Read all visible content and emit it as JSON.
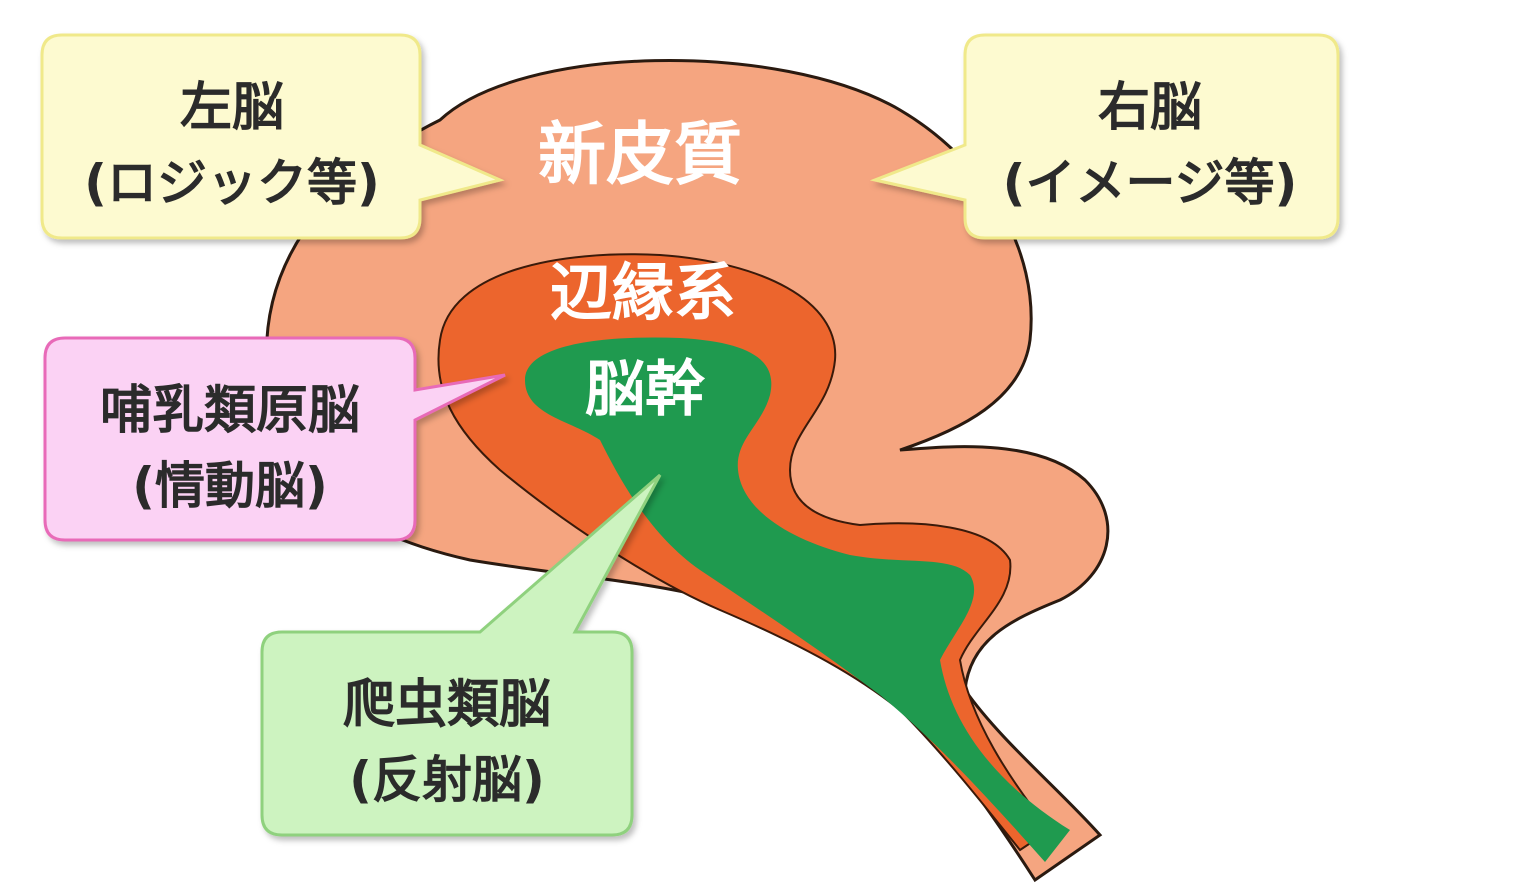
{
  "regions": {
    "neocortex": "新皮質",
    "limbic": "辺縁系",
    "brainstem": "脳幹"
  },
  "callouts": {
    "left_brain": {
      "line1": "左脳",
      "line2": "(ロジック等)"
    },
    "right_brain": {
      "line1": "右脳",
      "line2": "(イメージ等)"
    },
    "mammalian": {
      "line1": "哺乳類原脳",
      "line2": "(情動脳)"
    },
    "reptilian": {
      "line1": "爬虫類脳",
      "line2": "(反射脳)"
    }
  },
  "colors": {
    "neocortex": "#f5a580",
    "limbic": "#ec652d",
    "brainstem": "#1f9a4f",
    "callout_yellow": "#fdfad0",
    "callout_yellow_border": "#f0e98a",
    "callout_pink": "#fbd2f4",
    "callout_pink_border": "#e86ab8",
    "callout_green": "#cdf3c0",
    "callout_green_border": "#8fd17e"
  }
}
